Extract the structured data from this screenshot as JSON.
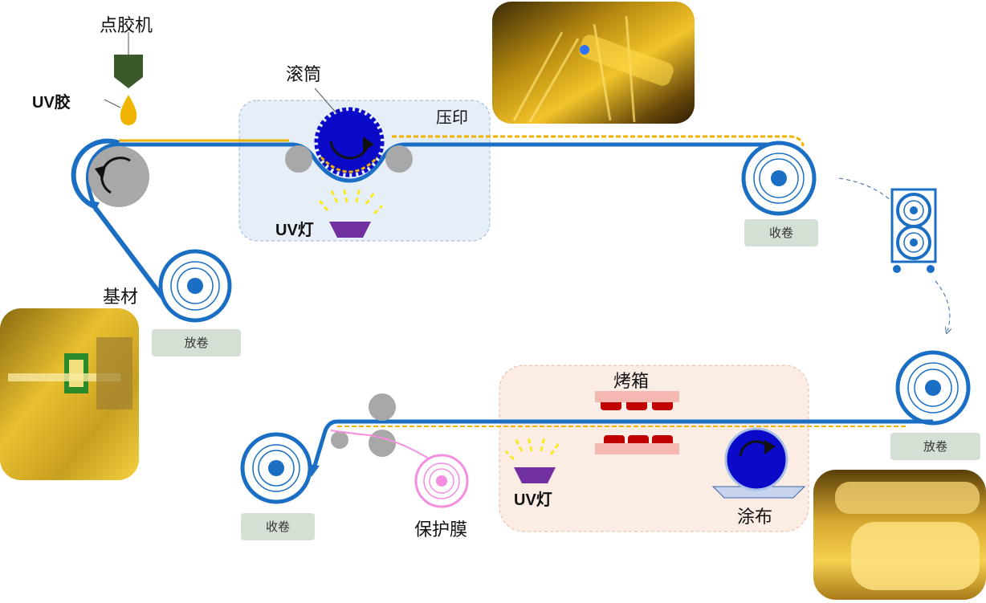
{
  "labels": {
    "dispenser": "点胶机",
    "uv_glue": "UV胶",
    "roller": "滚筒",
    "imprint": "压印",
    "uv_lamp_top": "UV灯",
    "substrate": "基材",
    "oven": "烤箱",
    "uv_lamp_bottom": "UV灯",
    "coating": "涂布",
    "protective_film": "保护膜"
  },
  "tags": {
    "unwind_top": "放卷",
    "rewind_top": "收卷",
    "unwind_bottom": "放卷",
    "rewind_bottom": "收卷"
  },
  "photos": {
    "top": "yellow-lit roll-to-roll imprint line photo",
    "left": "yellow-lit unwind machine photo",
    "bottom_right": "yellow-lit film rolls photo"
  },
  "colors": {
    "web_blue": "#1a6fc4",
    "glue_yellow": "#f0b400",
    "roller_navy": "#0a0ac8",
    "lamp_purple": "#7030a0",
    "imprint_zone": "#e6eef8",
    "oven_zone": "#fbece4",
    "film_pink": "#f48ee0",
    "tag_green": "#d4e0d4"
  }
}
